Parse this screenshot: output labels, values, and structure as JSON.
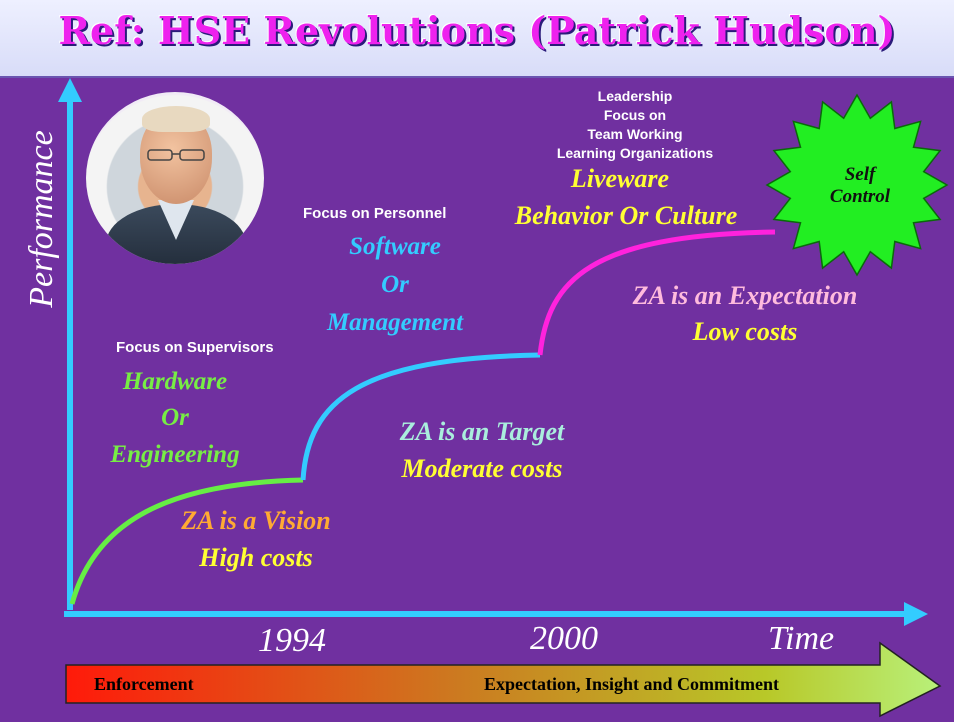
{
  "title": "Ref: HSE Revolutions (Patrick Hudson)",
  "axes": {
    "y_label": "Performance",
    "x_ticks": [
      "1994",
      "2000"
    ],
    "x_label": "Time"
  },
  "stage1": {
    "focus": "Focus on Supervisors",
    "name_lines": [
      "Hardware",
      "Or",
      "Engineering"
    ],
    "za": "ZA is a Vision",
    "cost": "High costs"
  },
  "stage2": {
    "focus": "Focus on Personnel",
    "name_lines": [
      "Software",
      "Or",
      "Management"
    ],
    "za": "ZA is an Target",
    "cost": "Moderate costs"
  },
  "stage3": {
    "focus_lines": [
      "Leadership",
      "Focus on",
      "Team Working",
      "Learning Organizations"
    ],
    "name_lines": [
      "Liveware",
      "Behavior Or Culture"
    ],
    "za": "ZA is an Expectation",
    "cost": "Low costs"
  },
  "star": {
    "lines": [
      "Self",
      "Control"
    ]
  },
  "bottom_arrow": {
    "left": "Enforcement",
    "right": "Expectation, Insight and Commitment"
  },
  "colors": {
    "background": "#7030a0",
    "axis": "#33ccff",
    "curve1": "#66ee44",
    "curve2": "#33ccff",
    "curve3": "#ff22dd",
    "star": "#22ee22",
    "title": "#ee22ee"
  },
  "photo": {
    "icon": "portrait-photo"
  }
}
